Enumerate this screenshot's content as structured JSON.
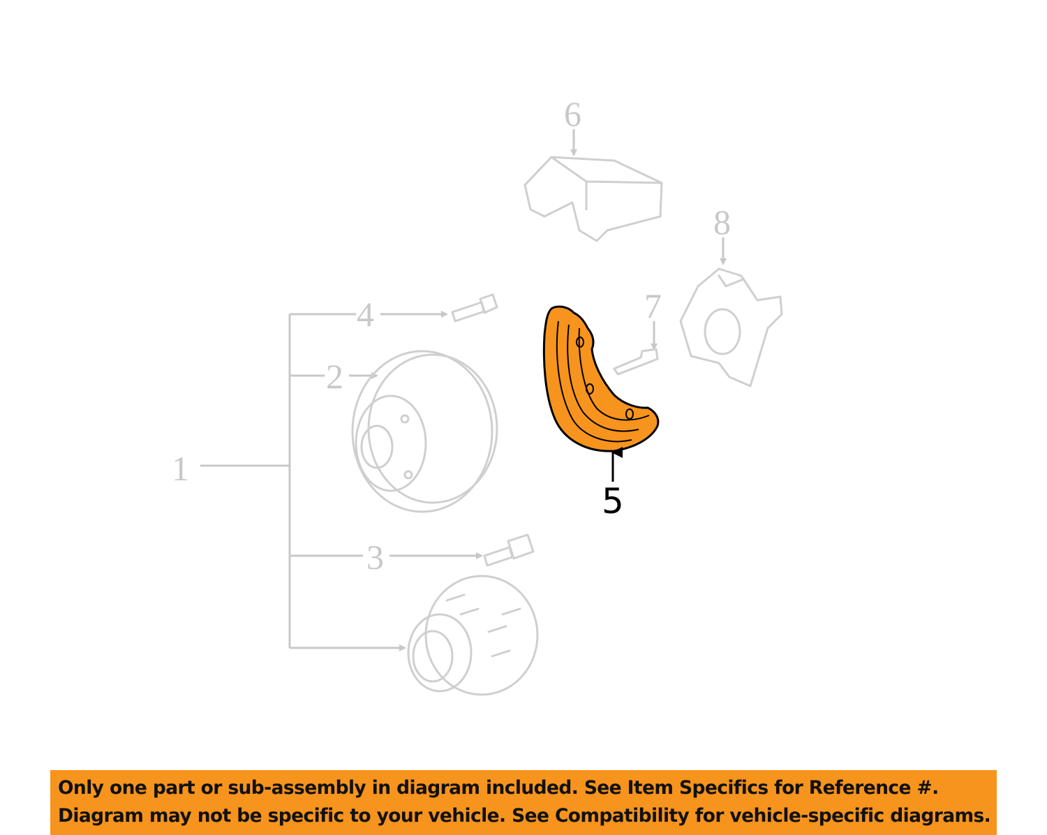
{
  "diagram": {
    "callouts": {
      "c1": "1",
      "c2": "2",
      "c3": "3",
      "c4": "4",
      "c5": "5",
      "c6": "6",
      "c7": "7",
      "c8": "8"
    },
    "highlighted_part": "5",
    "highlight_color": "#f7941d"
  },
  "banner": {
    "line1": "Only one part or sub-assembly in diagram included. See Item Specifics for Reference #.",
    "line2": "Diagram may not be specific to your vehicle. See Compatibility for vehicle-specific diagrams.",
    "background": "#f7941d"
  }
}
